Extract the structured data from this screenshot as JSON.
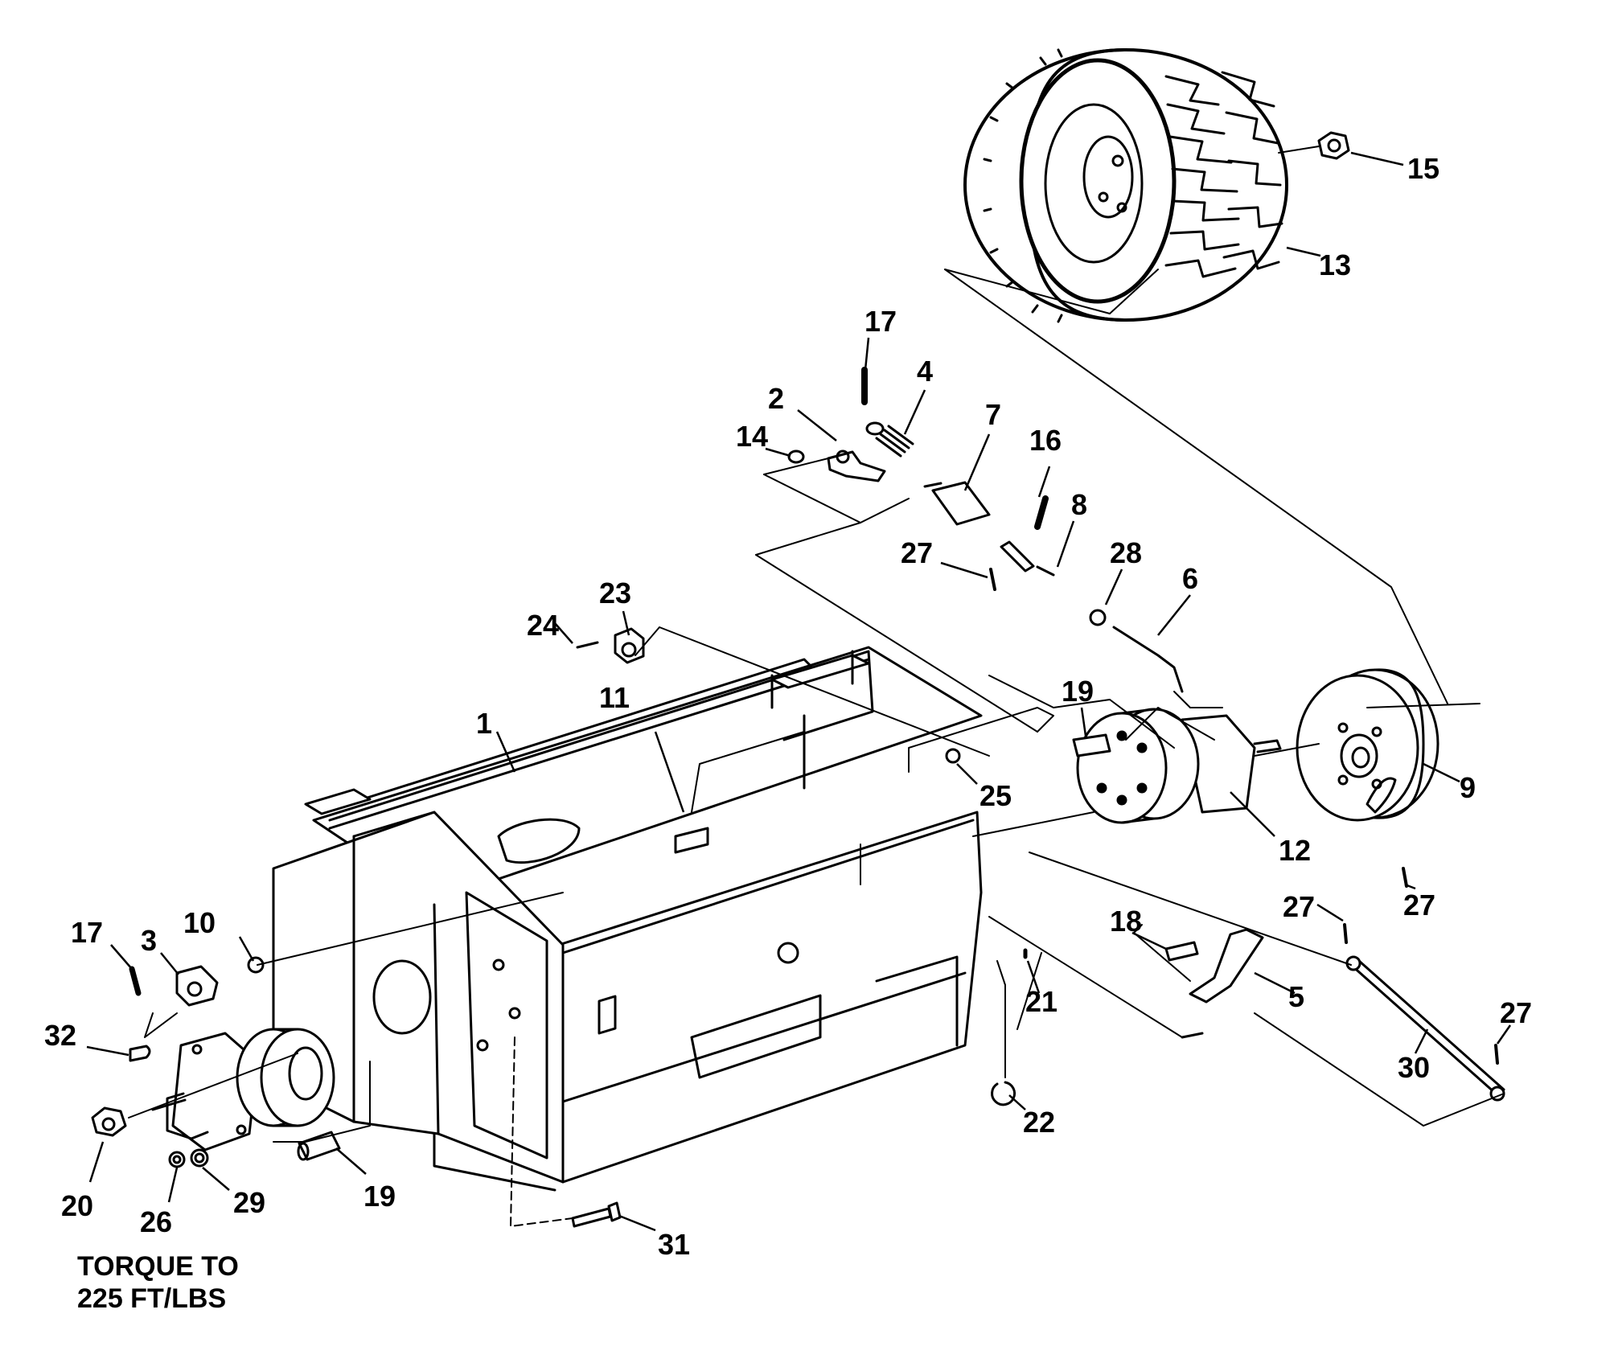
{
  "callouts": [
    {
      "id": "c1",
      "label": "1"
    },
    {
      "id": "c2",
      "label": "2"
    },
    {
      "id": "c3",
      "label": "3"
    },
    {
      "id": "c4",
      "label": "4"
    },
    {
      "id": "c5",
      "label": "5"
    },
    {
      "id": "c6",
      "label": "6"
    },
    {
      "id": "c7",
      "label": "7"
    },
    {
      "id": "c8",
      "label": "8"
    },
    {
      "id": "c9",
      "label": "9"
    },
    {
      "id": "c10",
      "label": "10"
    },
    {
      "id": "c11",
      "label": "11"
    },
    {
      "id": "c12",
      "label": "12"
    },
    {
      "id": "c13",
      "label": "13"
    },
    {
      "id": "c14",
      "label": "14"
    },
    {
      "id": "c15",
      "label": "15"
    },
    {
      "id": "c16",
      "label": "16"
    },
    {
      "id": "c17a",
      "label": "17"
    },
    {
      "id": "c17b",
      "label": "17"
    },
    {
      "id": "c18",
      "label": "18"
    },
    {
      "id": "c19a",
      "label": "19"
    },
    {
      "id": "c19b",
      "label": "19"
    },
    {
      "id": "c20",
      "label": "20"
    },
    {
      "id": "c21",
      "label": "21"
    },
    {
      "id": "c22",
      "label": "22"
    },
    {
      "id": "c23",
      "label": "23"
    },
    {
      "id": "c24",
      "label": "24"
    },
    {
      "id": "c25",
      "label": "25"
    },
    {
      "id": "c26",
      "label": "26"
    },
    {
      "id": "c27a",
      "label": "27"
    },
    {
      "id": "c27b",
      "label": "27"
    },
    {
      "id": "c27c",
      "label": "27"
    },
    {
      "id": "c27d",
      "label": "27"
    },
    {
      "id": "c28",
      "label": "28"
    },
    {
      "id": "c29",
      "label": "29"
    },
    {
      "id": "c30",
      "label": "30"
    },
    {
      "id": "c31",
      "label": "31"
    },
    {
      "id": "c32",
      "label": "32"
    }
  ],
  "note": {
    "line1": "TORQUE TO",
    "line2": "225 FT/LBS"
  },
  "colors": {
    "ink": "#000000",
    "background": "#ffffff"
  }
}
